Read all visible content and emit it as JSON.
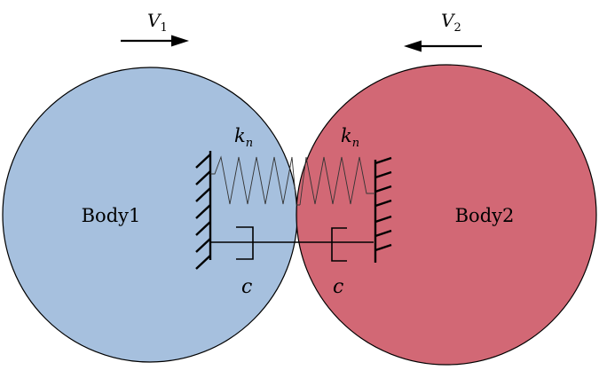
{
  "velocity_1": {
    "symbol": "V",
    "subscript": "1"
  },
  "velocity_2": {
    "symbol": "V",
    "subscript": "2"
  },
  "body_1": {
    "label": "Body1",
    "color": "#a6c0de"
  },
  "body_2": {
    "label": "Body2",
    "color": "#cf5c6a"
  },
  "spring_left": {
    "symbol": "k",
    "subscript": "n"
  },
  "spring_right": {
    "symbol": "k",
    "subscript": "n"
  },
  "damper_left": {
    "symbol": "c"
  },
  "damper_right": {
    "symbol": "c"
  }
}
